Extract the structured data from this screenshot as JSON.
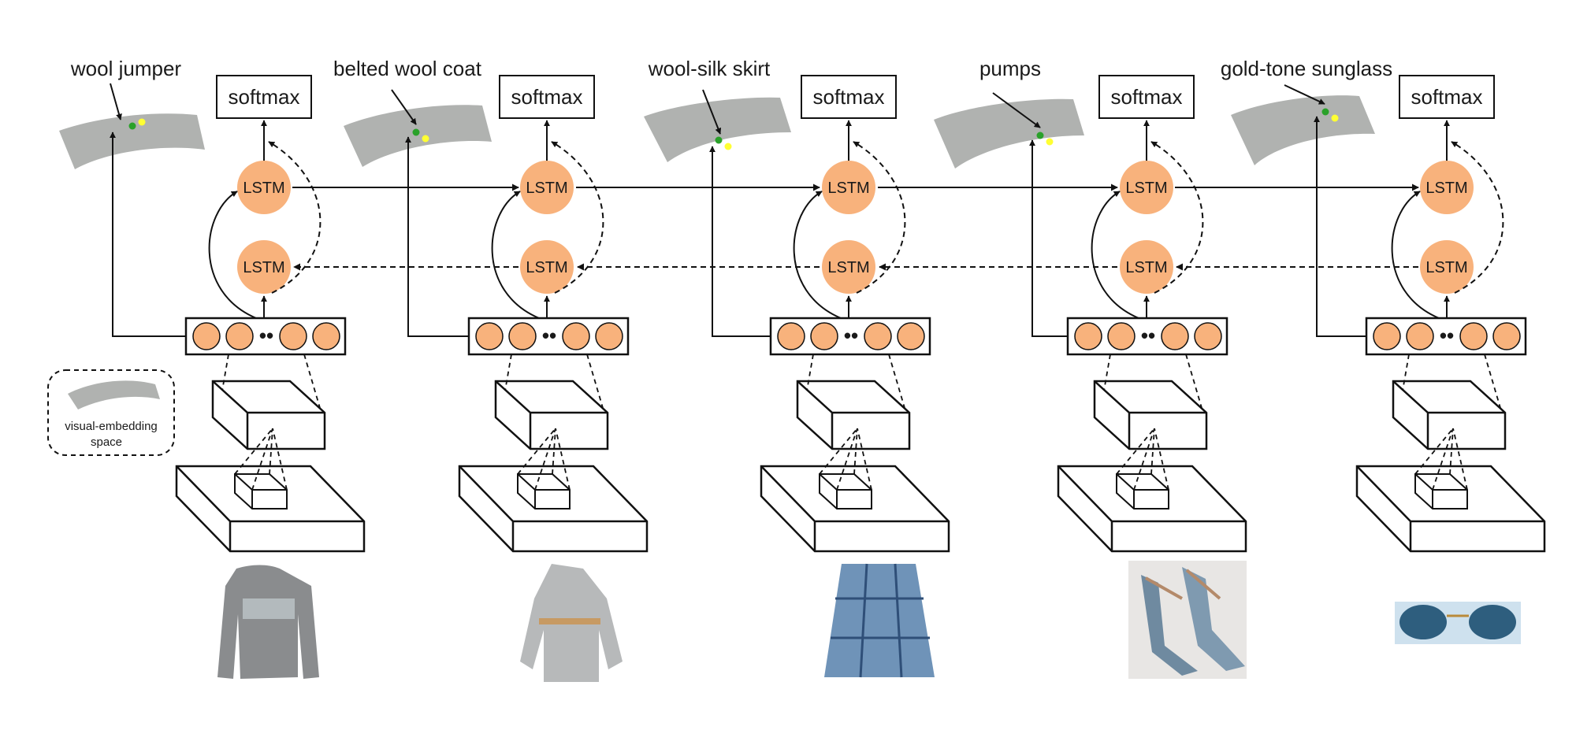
{
  "colors": {
    "lstm_fill": "#f8b27c",
    "unit_fill": "#f8b27c",
    "manifold_fill": "#b0b2b0",
    "green_dot": "#2aa12a",
    "yellow_dot": "#ffff33",
    "line": "#111111"
  },
  "columns": [
    {
      "label": "wool jumper",
      "item_icon": "sweater-image",
      "has_softmax": true
    },
    {
      "label": "belted wool coat",
      "item_icon": "coat-image",
      "has_softmax": true
    },
    {
      "label": "wool-silk skirt",
      "item_icon": "skirt-image",
      "has_softmax": true
    },
    {
      "label": "pumps",
      "item_icon": "pumps-image",
      "has_softmax": true
    },
    {
      "label": "gold-tone sunglass",
      "item_icon": "sunglasses-image",
      "has_softmax": true
    }
  ],
  "softmax_label": "softmax",
  "lstm_label": "LSTM",
  "feature_dots": "••",
  "legend": {
    "line1": "visual-embedding",
    "line2": "space"
  }
}
